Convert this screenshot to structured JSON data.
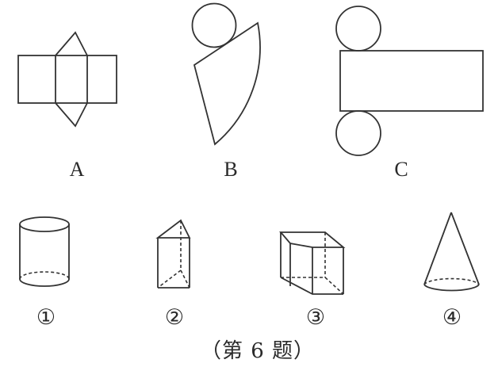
{
  "nets": [
    {
      "id": "A",
      "label": "A",
      "description": "triangular prism net: three rectangles in a row with a triangle above and below the middle rectangle"
    },
    {
      "id": "B",
      "label": "B",
      "description": "cone net: a circle attached to a circular sector"
    },
    {
      "id": "C",
      "label": "C",
      "description": "cylinder net: a rectangle with two circles attached at top-left and bottom-left"
    }
  ],
  "solids": [
    {
      "id": "1",
      "label": "①",
      "description": "cylinder"
    },
    {
      "id": "2",
      "label": "②",
      "description": "triangular prism"
    },
    {
      "id": "3",
      "label": "③",
      "description": "pentagonal prism"
    },
    {
      "id": "4",
      "label": "④",
      "description": "cone"
    }
  ],
  "caption": "（第 6 题）",
  "colors": {
    "line": "#333333",
    "background": "#ffffff"
  }
}
